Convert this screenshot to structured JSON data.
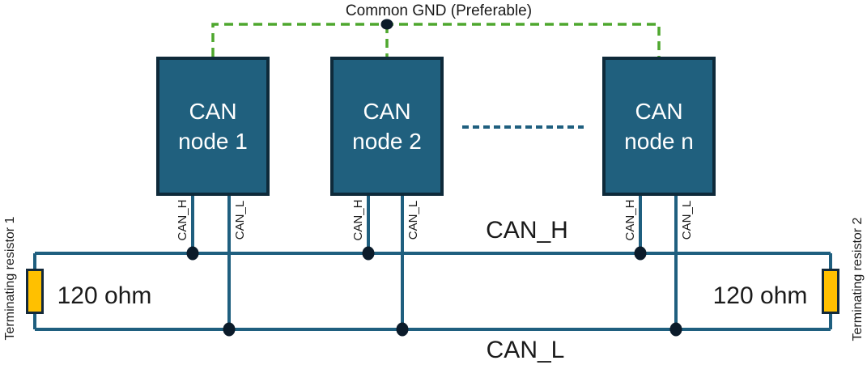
{
  "ground": {
    "label": "Common GND (Preferable)"
  },
  "nodes": [
    {
      "line1": "CAN",
      "line2": "node 1"
    },
    {
      "line1": "CAN",
      "line2": "node 2"
    },
    {
      "line1": "CAN",
      "line2": "node n"
    }
  ],
  "pin_labels": {
    "high": "CAN_H",
    "low": "CAN_L"
  },
  "bus_labels": {
    "high": "CAN_H",
    "low": "CAN_L"
  },
  "resistors": {
    "left": {
      "name": "Terminating resistor 1",
      "value": "120 ohm"
    },
    "right": {
      "name": "Terminating resistor 2",
      "value": "120 ohm"
    }
  },
  "colors": {
    "node_fill": "#20607E",
    "node_border": "#0E2A3A",
    "wire_teal": "#1F5F7F",
    "ground_green": "#4EA72E",
    "resistor_yellow": "#FFC000",
    "junction_dot": "#0B1B2A",
    "text": "#1A1A1A"
  }
}
